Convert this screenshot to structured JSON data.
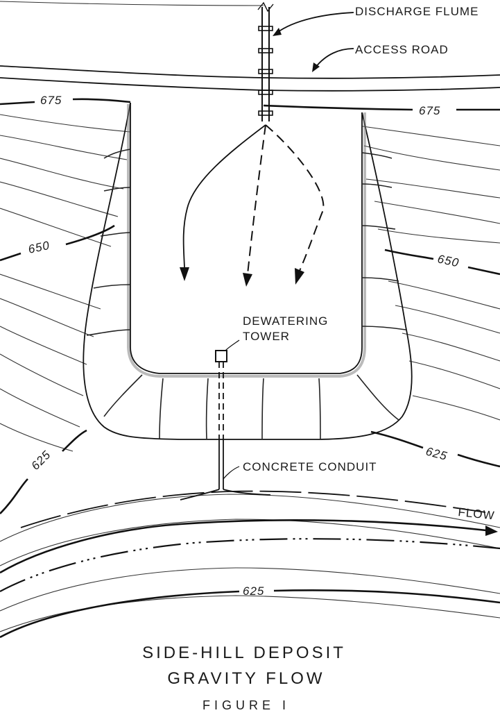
{
  "labels": {
    "discharge_flume": "DISCHARGE FLUME",
    "access_road": "ACCESS ROAD",
    "dewatering_tower_line1": "DEWATERING",
    "dewatering_tower_line2": "TOWER",
    "concrete_conduit": "CONCRETE CONDUIT",
    "flow": "FLOW"
  },
  "contours": {
    "c675_left": "675",
    "c675_right": "675",
    "c650_left": "650",
    "c650_right": "650",
    "c625_left": "625",
    "c625_right": "625",
    "c625_bottom": "625"
  },
  "caption": {
    "line1": "SIDE-HILL DEPOSIT",
    "line2": "GRAVITY FLOW",
    "line3": "FIGURE I"
  }
}
